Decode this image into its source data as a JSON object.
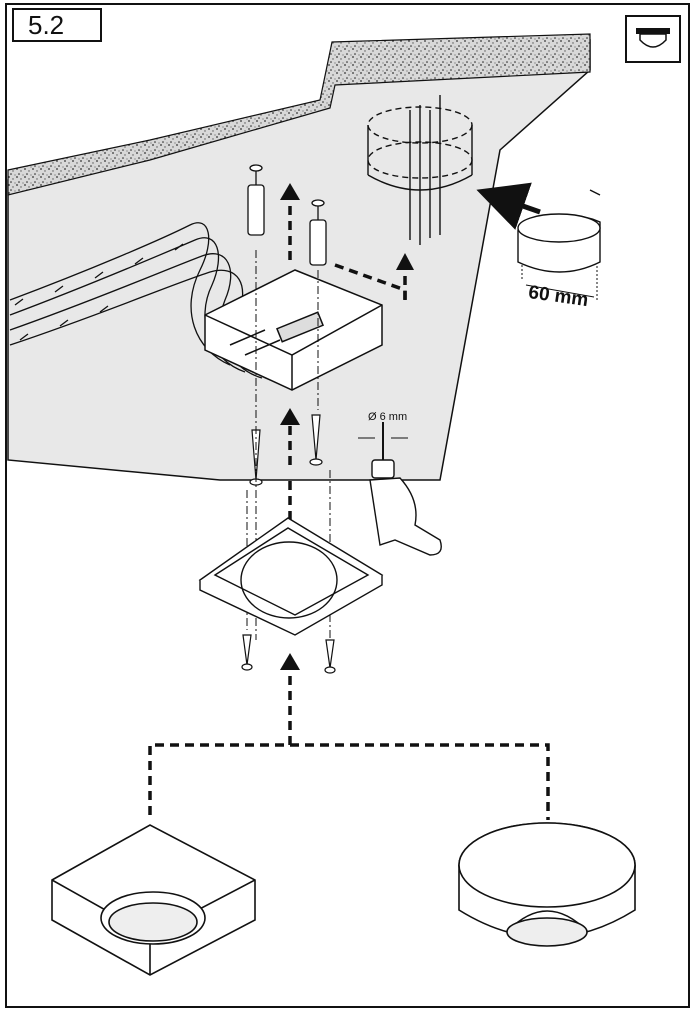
{
  "step": {
    "number": "5.2"
  },
  "dimensions": {
    "box_depth": "60 mm",
    "drill_diameter": "Ø 6 mm"
  },
  "icons": {
    "header_icon": "ceiling-mount-sensor-icon"
  },
  "colors": {
    "line": "#111111",
    "ceiling_fill": "#e6e6e6",
    "background": "#ffffff"
  }
}
